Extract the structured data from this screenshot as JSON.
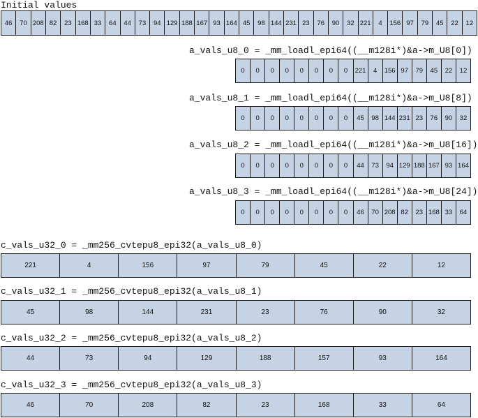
{
  "colors": {
    "cell_fill": "#c5d3e4",
    "border": "#1a1a1a",
    "text": "#111111"
  },
  "initial": {
    "label": "Initial values",
    "values": [
      46,
      70,
      208,
      82,
      23,
      168,
      33,
      64,
      44,
      73,
      94,
      129,
      188,
      167,
      93,
      164,
      45,
      98,
      144,
      231,
      23,
      76,
      90,
      32,
      221,
      4,
      156,
      97,
      79,
      45,
      22,
      12
    ]
  },
  "loads": [
    {
      "label": "a_vals_u8_0 = _mm_loadl_epi64((__m128i*)&a->m_U8[0])",
      "values": [
        0,
        0,
        0,
        0,
        0,
        0,
        0,
        0,
        221,
        4,
        156,
        97,
        79,
        45,
        22,
        12
      ]
    },
    {
      "label": "a_vals_u8_1 = _mm_loadl_epi64((__m128i*)&a->m_U8[8])",
      "values": [
        0,
        0,
        0,
        0,
        0,
        0,
        0,
        0,
        45,
        98,
        144,
        231,
        23,
        76,
        90,
        32
      ]
    },
    {
      "label": "a_vals_u8_2 = _mm_loadl_epi64((__m128i*)&a->m_U8[16])",
      "values": [
        0,
        0,
        0,
        0,
        0,
        0,
        0,
        0,
        44,
        73,
        94,
        129,
        188,
        167,
        93,
        164
      ]
    },
    {
      "label": "a_vals_u8_3 = _mm_loadl_epi64((__m128i*)&a->m_U8[24])",
      "values": [
        0,
        0,
        0,
        0,
        0,
        0,
        0,
        0,
        46,
        70,
        208,
        82,
        23,
        168,
        33,
        64
      ]
    }
  ],
  "converts": [
    {
      "label": "c_vals_u32_0 = _mm256_cvtepu8_epi32(a_vals_u8_0)",
      "values": [
        221,
        4,
        156,
        97,
        79,
        45,
        22,
        12
      ]
    },
    {
      "label": "c_vals_u32_1 = _mm256_cvtepu8_epi32(a_vals_u8_1)",
      "values": [
        45,
        98,
        144,
        231,
        23,
        76,
        90,
        32
      ]
    },
    {
      "label": "c_vals_u32_2 = _mm256_cvtepu8_epi32(a_vals_u8_2)",
      "values": [
        44,
        73,
        94,
        129,
        188,
        157,
        93,
        164
      ]
    },
    {
      "label": "c_vals_u32_3 = _mm256_cvtepu8_epi32(a_vals_u8_3)",
      "values": [
        46,
        70,
        208,
        82,
        23,
        168,
        33,
        64
      ]
    }
  ]
}
